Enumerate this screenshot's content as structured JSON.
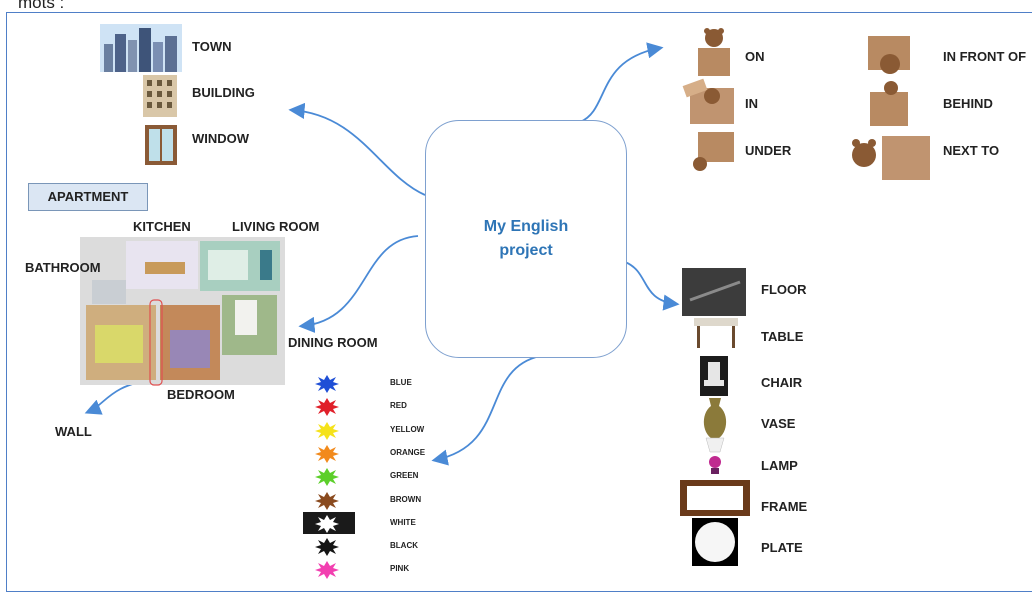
{
  "header": {
    "caption": "mots :"
  },
  "center": {
    "title": "My English\nproject"
  },
  "places": {
    "town": "TOWN",
    "building": "BUILDING",
    "window": "WINDOW"
  },
  "apartment": {
    "title": "APARTMENT",
    "rooms": {
      "kitchen": "KITCHEN",
      "living_room": "LIVING ROOM",
      "bathroom": "BATHROOM",
      "dining_room": "DINING ROOM",
      "bedroom": "BEDROOM",
      "wall": "WALL"
    }
  },
  "prepositions": {
    "on": "ON",
    "in": "IN",
    "under": "UNDER",
    "in_front_of": "IN FRONT OF",
    "behind": "BEHIND",
    "next_to": "NEXT TO"
  },
  "furniture": {
    "floor": "FLOOR",
    "table": "TABLE",
    "chair": "CHAIR",
    "vase": "VASE",
    "lamp": "LAMP",
    "frame": "FRAME",
    "plate": "PLATE"
  },
  "colors": [
    {
      "name": "BLUE",
      "hex": "#1f4fd6"
    },
    {
      "name": "RED",
      "hex": "#e0202a"
    },
    {
      "name": "YELLOW",
      "hex": "#f5e21a"
    },
    {
      "name": "ORANGE",
      "hex": "#f28a1c"
    },
    {
      "name": "GREEN",
      "hex": "#5ccf2a"
    },
    {
      "name": "BROWN",
      "hex": "#8a4a1e"
    },
    {
      "name": "WHITE",
      "hex": "#ffffff"
    },
    {
      "name": "BLACK",
      "hex": "#151515"
    },
    {
      "name": "PINK",
      "hex": "#f23fb0"
    }
  ],
  "accent": {
    "arrow": "#4a8ad6",
    "title": "#2e75b6",
    "border": "#4f7fc7"
  }
}
